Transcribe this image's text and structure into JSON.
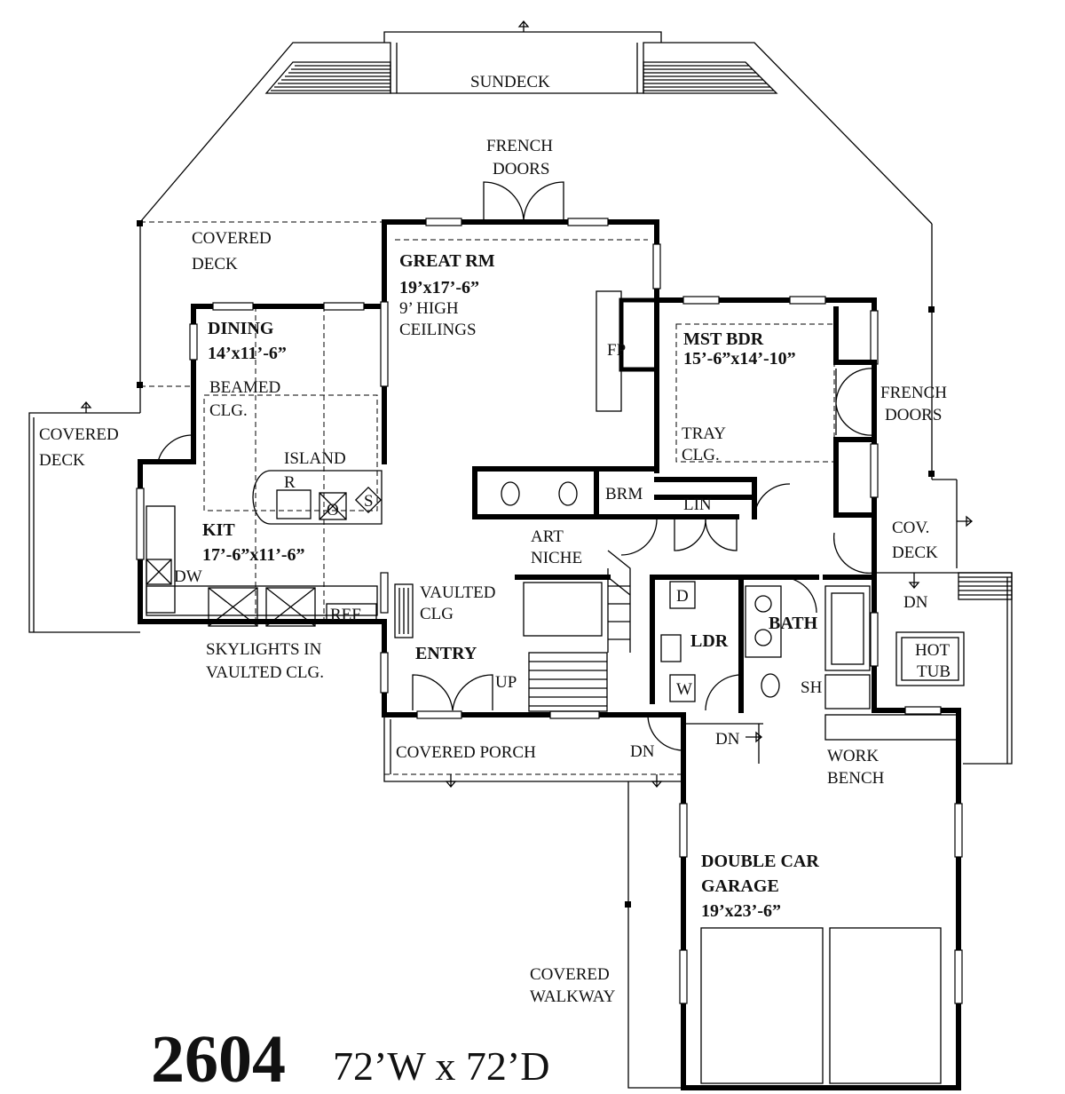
{
  "plan": {
    "number": "2604",
    "dimensions": "72’W x 72’D"
  },
  "rooms": {
    "sundeck": "SUNDECK",
    "french_doors_top": [
      "FRENCH",
      "DOORS"
    ],
    "covered_deck_top": [
      "COVERED",
      "DECK"
    ],
    "covered_deck_left": [
      "COVERED",
      "DECK"
    ],
    "great_rm": {
      "name": "GREAT RM",
      "size": "19’x17’-6”",
      "notes": [
        "9’ HIGH",
        "CEILINGS"
      ]
    },
    "dining": {
      "name": "DINING",
      "size": "14’x11’-6”",
      "notes": [
        "BEAMED",
        "CLG."
      ]
    },
    "fp": "FP",
    "mst_bdr": {
      "name": "MST BDR",
      "size": "15’-6”x14’-10”",
      "notes": [
        "TRAY",
        "CLG."
      ]
    },
    "french_doors_right": [
      "FRENCH",
      "DOORS"
    ],
    "island": "ISLAND",
    "range": "R",
    "oven": "O",
    "sink": "S",
    "kit": {
      "name": "KIT",
      "size": "17’-6”x11’-6”"
    },
    "dw": "DW",
    "ref": "REF",
    "brm": "BRM",
    "lin": "LIN",
    "art_niche": [
      "ART",
      "NICHE"
    ],
    "cov_deck": [
      "COV.",
      "DECK"
    ],
    "vaulted_clg": [
      "VAULTED",
      "CLG"
    ],
    "dryer": "D",
    "washer": "W",
    "ldr": "LDR",
    "bath": "BATH",
    "hot_tub": [
      "HOT",
      "TUB"
    ],
    "sh": "SH",
    "skylights": [
      "SKYLIGHTS IN",
      "VAULTED CLG."
    ],
    "entry": "ENTRY",
    "up": "UP",
    "dn_porch": "DN",
    "dn_garage": "DN",
    "dn_deck": "DN",
    "covered_porch": "COVERED PORCH",
    "work_bench": [
      "WORK",
      "BENCH"
    ],
    "garage": {
      "name": [
        "DOUBLE CAR",
        "GARAGE"
      ],
      "size": "19’x23’-6”"
    },
    "covered_walkway": [
      "COVERED",
      "WALKWAY"
    ]
  }
}
